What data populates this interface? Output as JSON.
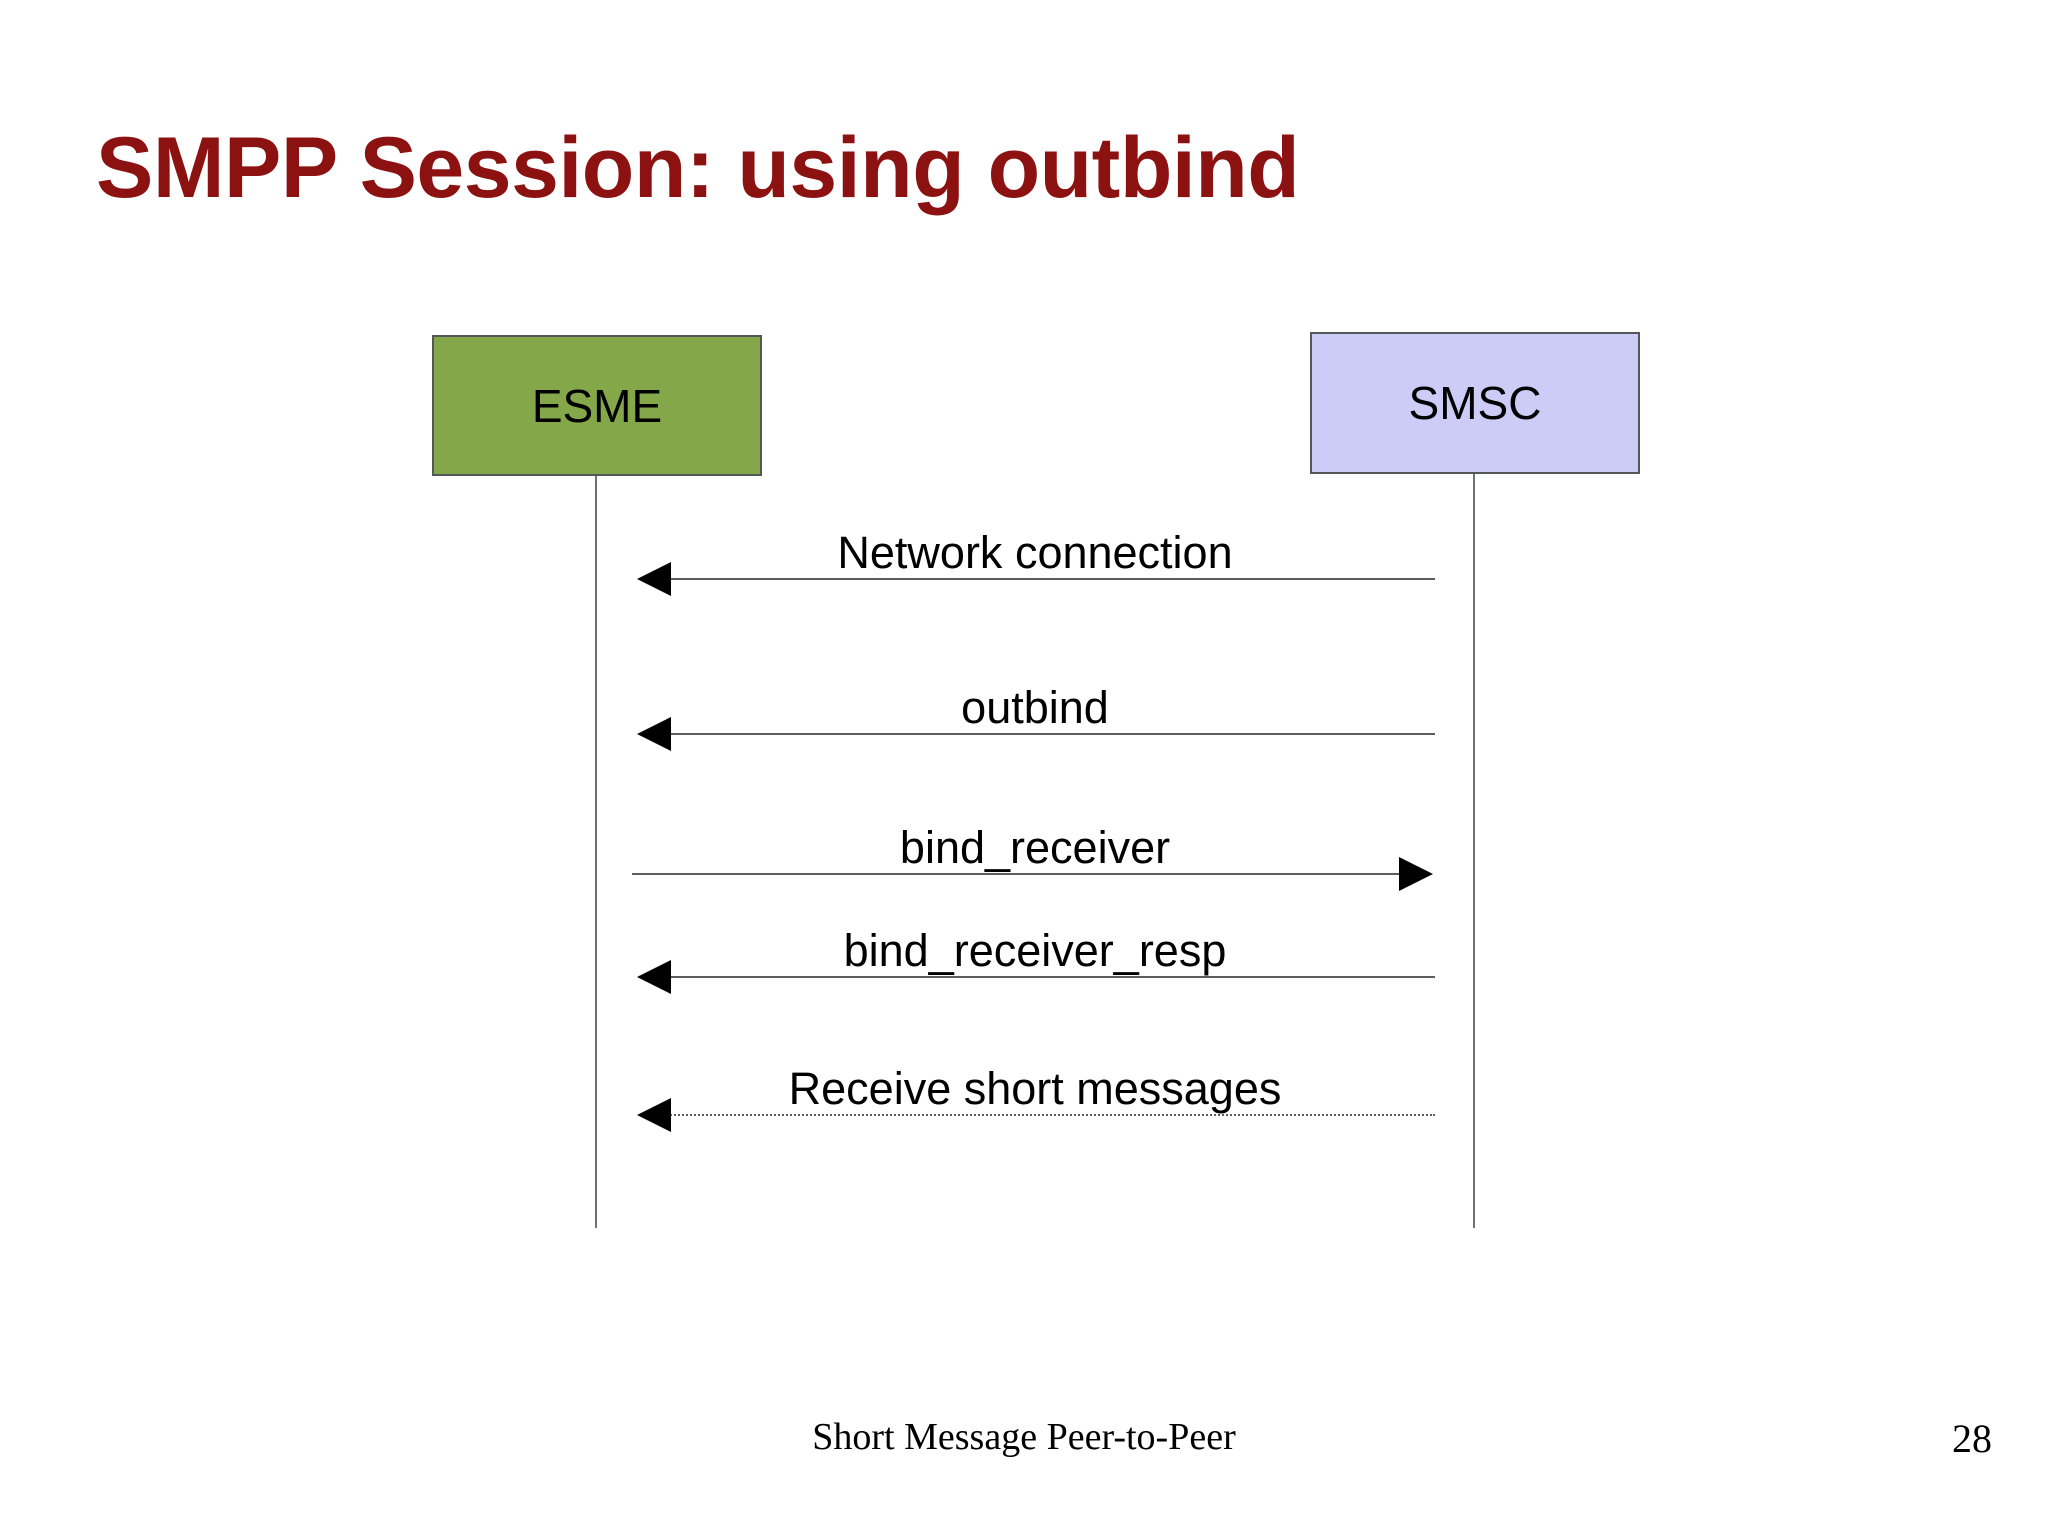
{
  "slide": {
    "title": "SMPP Session: using outbind",
    "title_color": "#8C1212",
    "background_color": "#FFFFFF"
  },
  "diagram": {
    "type": "sequence-diagram",
    "participants": [
      {
        "id": "esme",
        "label": "ESME",
        "fill_color": "#84A849",
        "border_color": "#54565A"
      },
      {
        "id": "smsc",
        "label": "SMSC",
        "fill_color": "#CCCCF7",
        "border_color": "#54565A"
      }
    ],
    "messages": [
      {
        "label": "Network connection",
        "from": "smsc",
        "to": "esme",
        "direction": "left",
        "style": "solid"
      },
      {
        "label": "outbind",
        "from": "smsc",
        "to": "esme",
        "direction": "left",
        "style": "solid"
      },
      {
        "label": "bind_receiver",
        "from": "esme",
        "to": "smsc",
        "direction": "right",
        "style": "solid"
      },
      {
        "label": "bind_receiver_resp",
        "from": "smsc",
        "to": "esme",
        "direction": "left",
        "style": "solid"
      },
      {
        "label": "Receive short messages",
        "from": "smsc",
        "to": "esme",
        "direction": "left",
        "style": "dotted"
      }
    ]
  },
  "footer": {
    "text": "Short Message Peer-to-Peer",
    "page_number": "28"
  }
}
